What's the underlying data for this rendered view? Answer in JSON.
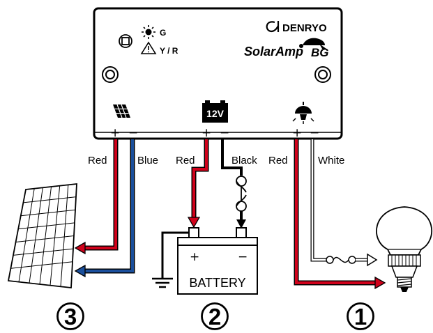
{
  "controller": {
    "brand": "DENRYO",
    "product_main": "SolarAmp",
    "product_suffix": "BG",
    "led_green_label": "G",
    "led_warn_label": "Y / R",
    "battery_voltage": "12V",
    "plus": "+",
    "minus": "−"
  },
  "wires": {
    "solar_pos": "Red",
    "solar_neg": "Blue",
    "battery_pos": "Red",
    "battery_neg": "Black",
    "load_pos": "Red",
    "load_neg": "White"
  },
  "battery": {
    "label": "BATTERY",
    "plus": "+",
    "minus": "−"
  },
  "callouts": {
    "load": "1",
    "battery": "2",
    "solar": "3"
  },
  "colors": {
    "red_wire": "#d0021b",
    "blue_wire": "#1a4f9c",
    "black_wire": "#000000",
    "outline": "#000000"
  }
}
